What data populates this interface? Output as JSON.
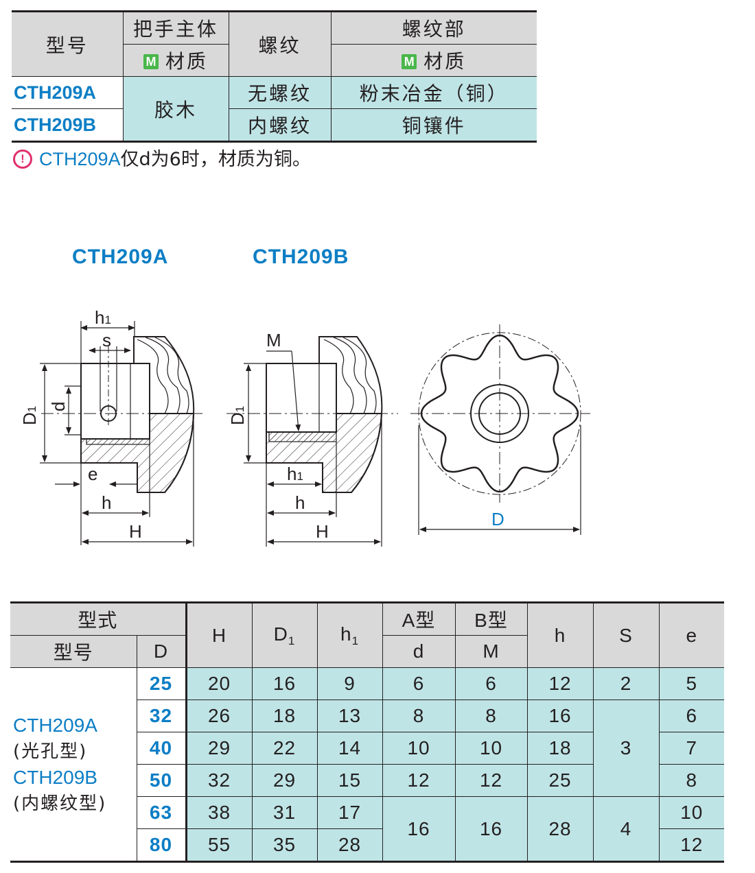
{
  "material_table": {
    "h_model": "型号",
    "h_body": "把手主体",
    "h_body_sub": "材质",
    "h_thread": "螺纹",
    "h_thread_part": "螺纹部",
    "h_thread_part_sub": "材质",
    "badge": "M",
    "rows": [
      {
        "model": "CTH209A",
        "thread": "无螺纹",
        "thread_material": "粉末冶金（铜）"
      },
      {
        "model": "CTH209B",
        "thread": "内螺纹",
        "thread_material": "铜镶件"
      }
    ],
    "body_material": "胶木"
  },
  "note": {
    "icon": "!",
    "model": "CTH209A",
    "text": "仅d为6时，材质为铜。"
  },
  "figures": {
    "label_a": "CTH209A",
    "label_b": "CTH209B",
    "dims": {
      "h1": "h1",
      "h1_sub": "1",
      "s": "s",
      "D1": "D1",
      "d": "d",
      "e": "e",
      "h": "h",
      "H": "H",
      "M": "M",
      "D": "D"
    }
  },
  "spec_table": {
    "h_type": "型式",
    "h_model": "型号",
    "h_D": "D",
    "h_H": "H",
    "h_D1": "D",
    "h_D1_sub": "1",
    "h_h1": "h",
    "h_h1_sub": "1",
    "h_A": "A型",
    "h_A_sub": "d",
    "h_B": "B型",
    "h_B_sub": "M",
    "h_h": "h",
    "h_S": "S",
    "h_e": "e",
    "model_a": "CTH209A",
    "model_a_note": "(光孔型)",
    "model_b": "CTH209B",
    "model_b_note": "(内螺纹型)",
    "rows": [
      {
        "D": "25",
        "H": "20",
        "D1": "16",
        "h1": "9",
        "d": "6",
        "M": "6",
        "h": "12",
        "S": "2",
        "e": "5"
      },
      {
        "D": "32",
        "H": "26",
        "D1": "18",
        "h1": "13",
        "d": "8",
        "M": "8",
        "h": "16",
        "S": "3",
        "e": "6"
      },
      {
        "D": "40",
        "H": "29",
        "D1": "22",
        "h1": "14",
        "d": "10",
        "M": "10",
        "h": "18",
        "S": "",
        "e": "7"
      },
      {
        "D": "50",
        "H": "32",
        "D1": "29",
        "h1": "15",
        "d": "12",
        "M": "12",
        "h": "25",
        "S": "",
        "e": "8"
      },
      {
        "D": "63",
        "H": "38",
        "D1": "31",
        "h1": "17",
        "d": "16",
        "M": "16",
        "h": "28",
        "S": "4",
        "e": "10"
      },
      {
        "D": "80",
        "H": "55",
        "D1": "35",
        "h1": "28",
        "d": "",
        "M": "",
        "h": "",
        "S": "",
        "e": "12"
      }
    ]
  }
}
